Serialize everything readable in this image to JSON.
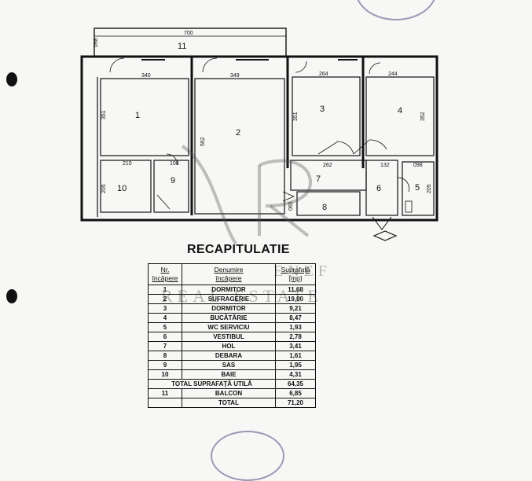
{
  "plan": {
    "rooms": [
      "1",
      "2",
      "3",
      "4",
      "5",
      "6",
      "7",
      "8",
      "9",
      "10",
      "11"
    ],
    "dimensions": {
      "balcony_len": "700",
      "balcony_w": "098",
      "r1_w": "340",
      "r1_h": "351",
      "r2_w": "349",
      "r2_h": "562",
      "r3_w": "264",
      "r3_h": "351",
      "r4_w": "244",
      "r4_h": "352",
      "r10_w": "210",
      "r10_h": "205",
      "r9_w": "108",
      "r7_w": "262",
      "r6_w": "132",
      "r5_w": "098",
      "r5_h": "205",
      "r8_w": "065"
    }
  },
  "recap": {
    "title": "RECAPITULATIE",
    "headers": {
      "nr": [
        "Nr.",
        "încăpere"
      ],
      "name": [
        "Denumire",
        "încăpere"
      ],
      "area": [
        "Suprafaţă",
        "[mp]"
      ]
    },
    "rows": [
      {
        "nr": "1",
        "name": "DORMITOR",
        "area": "11,68"
      },
      {
        "nr": "2",
        "name": "SUFRAGERIE",
        "area": "19,00"
      },
      {
        "nr": "3",
        "name": "DORMITOR",
        "area": "9,21"
      },
      {
        "nr": "4",
        "name": "BUCĂTĂRIE",
        "area": "8,47"
      },
      {
        "nr": "5",
        "name": "WC SERVICIU",
        "area": "1,93"
      },
      {
        "nr": "6",
        "name": "VESTIBUL",
        "area": "2,78"
      },
      {
        "nr": "7",
        "name": "HOL",
        "area": "3,41"
      },
      {
        "nr": "8",
        "name": "DEBARA",
        "area": "1,61"
      },
      {
        "nr": "9",
        "name": "SAS",
        "area": "1,95"
      },
      {
        "nr": "10",
        "name": "BAIE",
        "area": "4,31"
      }
    ],
    "total_util": {
      "label": "TOTAL SUPRAFAŢĂ UTILĂ",
      "area": "64,35"
    },
    "balcony": {
      "nr": "11",
      "name": "BALCON",
      "area": "6,85"
    },
    "total": {
      "label": "TOTAL",
      "area": "71,20"
    }
  },
  "watermark": {
    "line1": "ENEF",
    "line2": "REAL ESTATE"
  }
}
